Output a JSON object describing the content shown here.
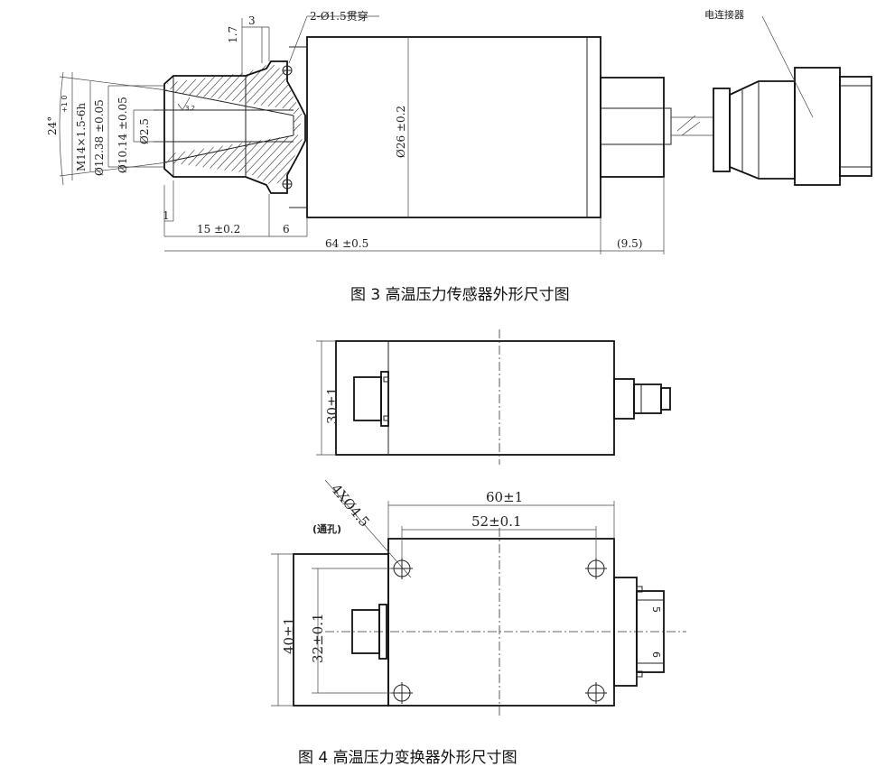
{
  "figure3": {
    "caption": "图 3  高温压力传感器外形尺寸图",
    "labels": {
      "hole": "2-Ø1.5贯穿",
      "connector": "电连接器",
      "dim_3": "3",
      "dim_1_7": "1.7",
      "dim_1": "1",
      "dim_15": "15 ±0.2",
      "dim_6": "6",
      "dim_64": "64 ±0.5",
      "dim_9_5": "(9.5)",
      "dia_26": "Ø26 ±0.2",
      "dia_2_5": "Ø2.5",
      "dia_10_14": "Ø10.14 ±0.05",
      "dia_12_38": "Ø12.38 ±0.05",
      "thread": "M14×1.5-6h",
      "angle": "24°",
      "angle_tol": "+1 0",
      "roughness": "3.2"
    }
  },
  "figure4": {
    "caption": "图 4  高温压力变换器外形尺寸图",
    "labels": {
      "dim_30": "30±1",
      "dim_60": "60±1",
      "dim_52": "52±0.1",
      "dim_40": "40±1",
      "dim_32": "32±0.1",
      "holes": "4XØ4.5",
      "through": "(通孔)",
      "pin_5": "5",
      "pin_6": "6"
    }
  }
}
